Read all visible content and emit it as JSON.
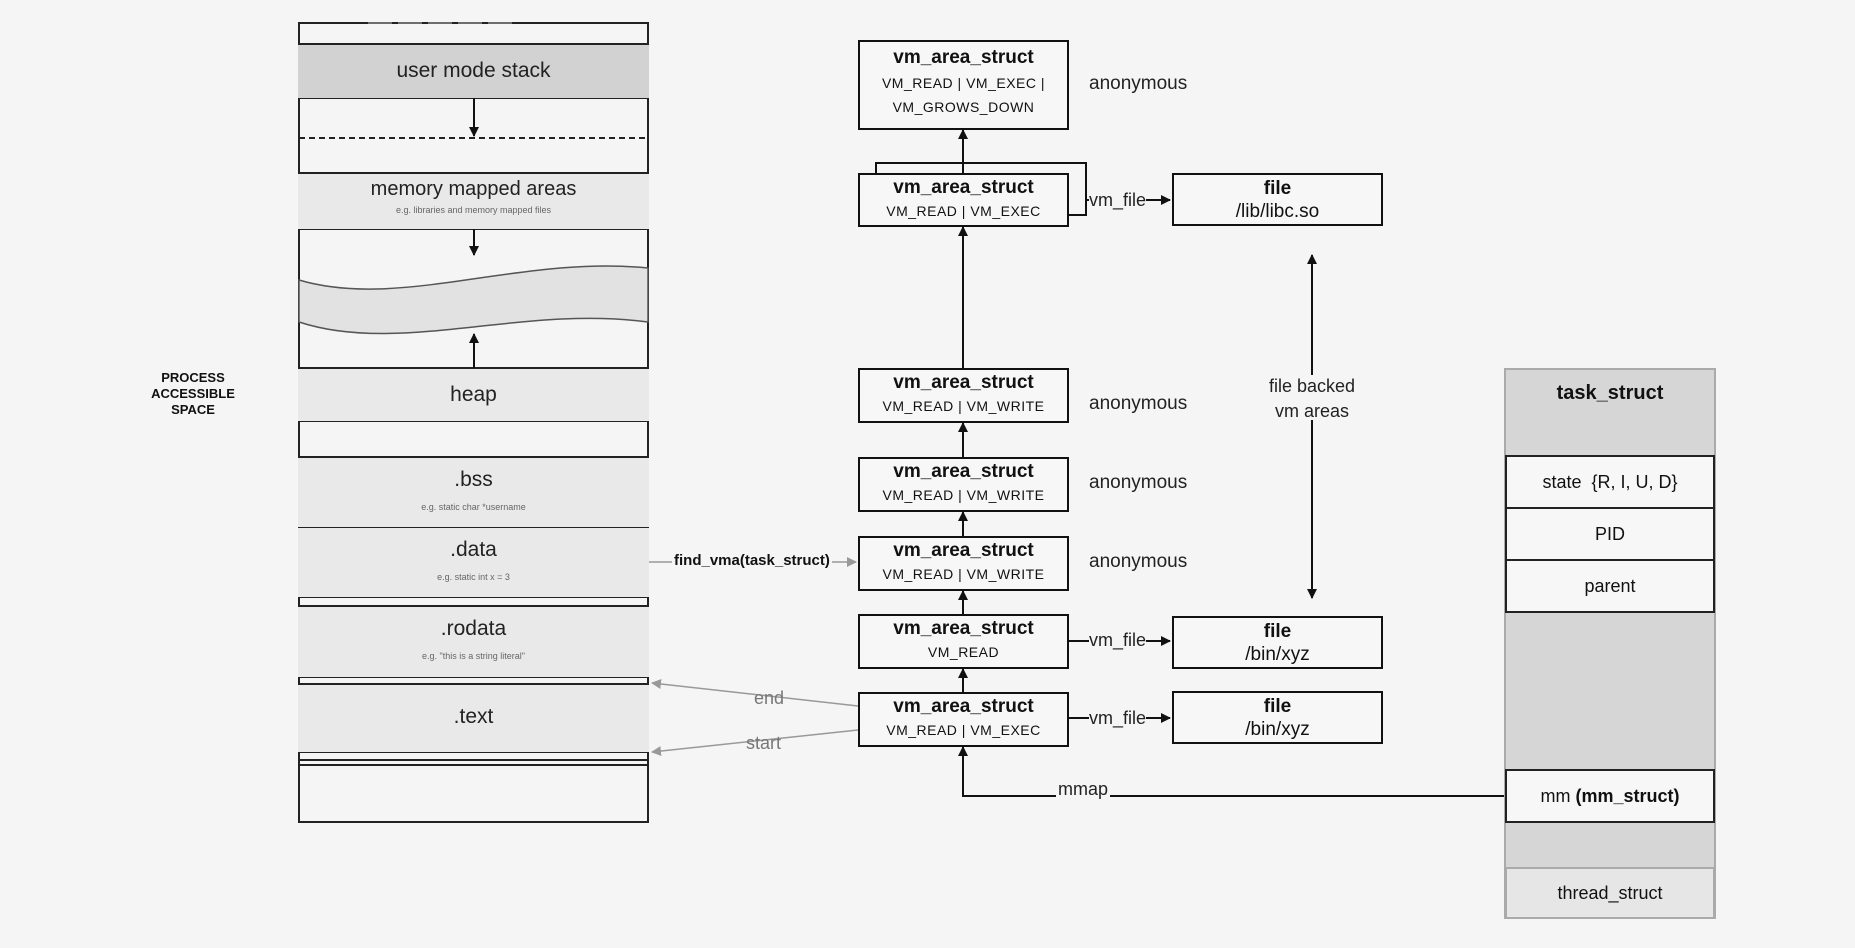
{
  "side_label": [
    "PROCESS",
    "ACCESSIBLE",
    "SPACE"
  ],
  "memory": {
    "user_stack": "user mode stack",
    "mmap_areas": "memory mapped areas",
    "mmap_example": "e.g. libraries and memory mapped files",
    "heap": "heap",
    "bss": ".bss",
    "bss_example": "e.g. static char *username",
    "data": ".data",
    "data_example": "e.g. static int x = 3",
    "rodata": ".rodata",
    "rodata_example": "e.g. \"this is a string literal\"",
    "text": ".text"
  },
  "vma_title": "vm_area_struct",
  "vmas": {
    "v1": {
      "flags1": "VM_READ | VM_EXEC |",
      "flags2": "VM_GROWS_DOWN"
    },
    "v2": {
      "flags": "VM_READ | VM_EXEC"
    },
    "v3": {
      "flags": "VM_READ | VM_WRITE"
    },
    "v4": {
      "flags": "VM_READ | VM_WRITE"
    },
    "v5": {
      "flags": "VM_READ | VM_WRITE"
    },
    "v6": {
      "flags": "VM_READ"
    },
    "v7": {
      "flags": "VM_READ | VM_EXEC"
    }
  },
  "anonymous": "anonymous",
  "vm_file": "vm_file",
  "files": {
    "label": "file",
    "libc": "/lib/libc.so",
    "xyz1": "/bin/xyz",
    "xyz2": "/bin/xyz"
  },
  "file_backed": {
    "line1": "file backed",
    "line2": "vm areas"
  },
  "find_vma": "find_vma(task_struct)",
  "end_label": "end",
  "start_label": "start",
  "mmap_label": "mmap",
  "task": {
    "title": "task_struct",
    "state_prefix": "state",
    "state_value": "{R, I, U, D}",
    "pid": "PID",
    "parent": "parent",
    "mm_prefix": "mm",
    "mm_value": "(mm_struct)",
    "thread": "thread_struct"
  },
  "colors": {
    "stack_fill": "#d2d2d2",
    "segment_fill": "#e9e9e9",
    "task_fill": "#d6d6d6",
    "grey_arrow": "#999999"
  }
}
